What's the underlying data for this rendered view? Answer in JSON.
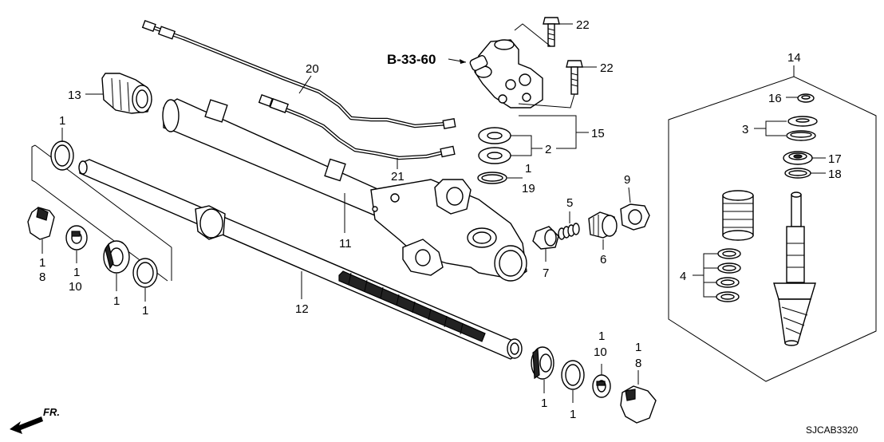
{
  "diagram": {
    "reference_label": "B-33-60",
    "part_code": "SJCAB3320",
    "direction_label": "FR.",
    "callouts": {
      "c22a": "22",
      "c22b": "22",
      "c20": "20",
      "c13": "13",
      "c14": "14",
      "c16": "16",
      "c3": "3",
      "c17": "17",
      "c18": "18",
      "c15": "15",
      "c2": "2",
      "c1_19": "1",
      "c19": "19",
      "c21": "21",
      "c9": "9",
      "c5": "5",
      "c11": "11",
      "c1_left": "1",
      "c1_8": "1",
      "c8_left": "8",
      "c1_10": "1",
      "c10_left": "10",
      "c1_bearing_left": "1",
      "c1_ring_left": "1",
      "c6": "6",
      "c7": "7",
      "c12": "12",
      "c4": "4",
      "c1_bearing_right": "1",
      "c1_ring_right": "1",
      "c1_10r": "1",
      "c10_right": "10",
      "c1_8r": "1",
      "c8_right": "8"
    }
  }
}
